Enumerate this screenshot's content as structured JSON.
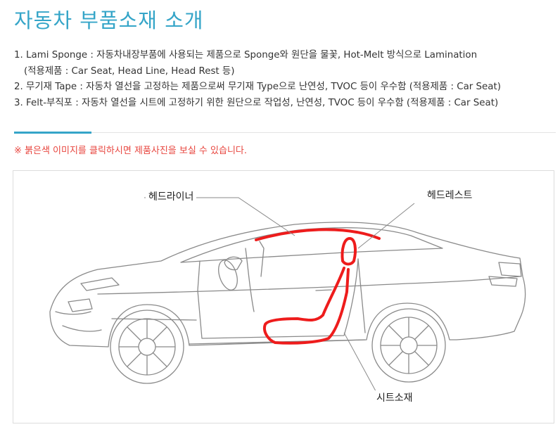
{
  "page": {
    "title": "자동차 부품소재 소개"
  },
  "descriptions": [
    {
      "text": "1. Lami Sponge : 자동차내장부품에 사용되는 제품으로 Sponge와 원단을 물꽃, Hot-Melt 방식으로 Lamination",
      "indent": false
    },
    {
      "text": "(적용제품 : Car Seat, Head Line, Head Rest 등)",
      "indent": true
    },
    {
      "text": "2. 무기재 Tape : 자동차 열선을 고정하는 제품으로써 무기재 Type으로 난연성, TVOC 등이 우수함 (적용제품 : Car Seat)",
      "indent": false
    },
    {
      "text": "3. Felt-부직포 : 자동차 열선을 시트에 고정하기 위한 원단으로 작업성, 난연성, TVOC 등이 우수함 (적용제품 : Car Seat)",
      "indent": false
    }
  ],
  "notice": "※ 붉은색 이미지를 클릭하시면 제품사진을 보실 수 있습니다.",
  "diagram": {
    "labels": {
      "headliner": "헤드라이너",
      "headrest": "헤드레스트",
      "seat": "시트소재"
    },
    "colors": {
      "highlight": "#ee1c1c",
      "outline": "#8a8a8a",
      "accent": "#35a5c8"
    }
  }
}
